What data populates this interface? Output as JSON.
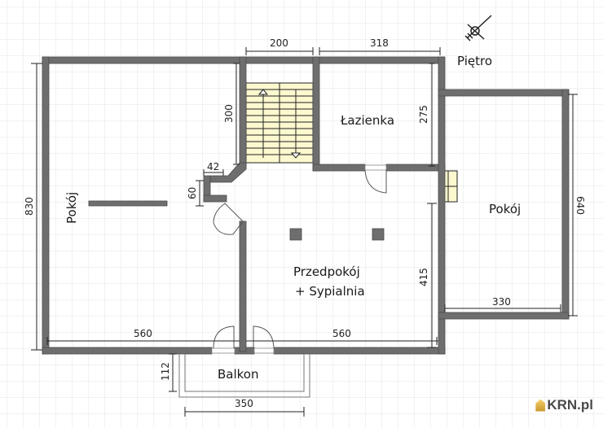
{
  "plan": {
    "title": "Piętro",
    "rooms": {
      "left_room": "Pokój",
      "bathroom": "Łazienka",
      "right_room": "Pokój",
      "hall_line1": "Przedpokój",
      "hall_line2": "+ Sypialnia",
      "balcony": "Balkon"
    },
    "dimensions": {
      "top_stairs_width": "200",
      "top_bathroom_width": "318",
      "left_height": "830",
      "stairs_height": "300",
      "bathroom_height": "275",
      "niche_width": "42",
      "niche_height": "60",
      "right_room_height": "640",
      "hall_height": "415",
      "right_room_width": "330",
      "bottom_left_width": "560",
      "bottom_right_width": "560",
      "balcony_depth": "112",
      "balcony_width": "350"
    },
    "colors": {
      "wall": "#6e6e6e",
      "stairs": "#fcf8cf",
      "grid": "#e6e6e6"
    }
  },
  "watermark": {
    "text": "KRN.pl"
  }
}
